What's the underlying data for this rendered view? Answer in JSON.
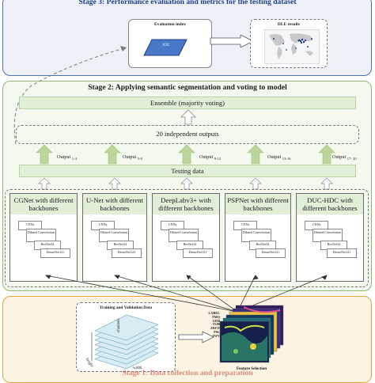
{
  "stage3": {
    "title": "Stage 3: Performance evaluation and metrics for the testing dataset",
    "evaluation_label": "Evaluation index",
    "evaluation_box_text": "IOU",
    "dle_label": "DLE results"
  },
  "stage2": {
    "title": "Stage 2: Applying semantic segmentation and voting to model",
    "ensemble_label": "Ensemble (majority voting)",
    "outputs_label": "20 independent outputs",
    "testing_label": "Testing data",
    "output_labels": [
      {
        "text": "Output",
        "sub": "1-4"
      },
      {
        "text": "Output",
        "sub": "5-8"
      },
      {
        "text": "Output",
        "sub": "9-12"
      },
      {
        "text": "Output",
        "sub": "13-16"
      },
      {
        "text": "Output",
        "sub": "17- 20"
      }
    ],
    "models": [
      {
        "title": "CGNet with different backbones",
        "cards": [
          "CNNs",
          "Dilated Convolution",
          "ResNet34",
          "DenseNet121"
        ]
      },
      {
        "title": "U-Net with different backbones",
        "cards": [
          "CNNs",
          "Dilated Convolution",
          "ResNet34",
          "DenseNet121"
        ]
      },
      {
        "title": "DeepLabv3+ with different backbones",
        "cards": [
          "CNNs",
          "Dilated Convolution",
          "ResNet34",
          "DenseNet121"
        ]
      },
      {
        "title": "PSPNet with different backbones",
        "cards": [
          "CNNs",
          "Dilated Convolution",
          "ResNet34",
          "DenseNet121"
        ]
      },
      {
        "title": "DUC-HDC with different backbones",
        "cards": [
          "CNNs",
          "Dilated Convolution",
          "ResNet34",
          "DenseNet121"
        ]
      }
    ]
  },
  "stage1": {
    "title": "Stage 1: Data collection and preparation",
    "training_label": "Training and Validation Data",
    "axis_channels": "channels",
    "axis_height": "height",
    "axis_width": "width",
    "feature_label": "Feature Selection",
    "layer_labels": [
      "LABEL",
      "TMQ",
      "U850",
      "T200",
      "ZBOT",
      "PSL",
      "IWV"
    ]
  },
  "colors": {
    "stage3_border": "#4a6fb5",
    "stage2_border": "#8fba6a",
    "stage1_border": "#e8a33a",
    "green_fill": "#e2efd7",
    "arrow_green": "#bcd59a",
    "arrow_grey": "#ffffff"
  }
}
